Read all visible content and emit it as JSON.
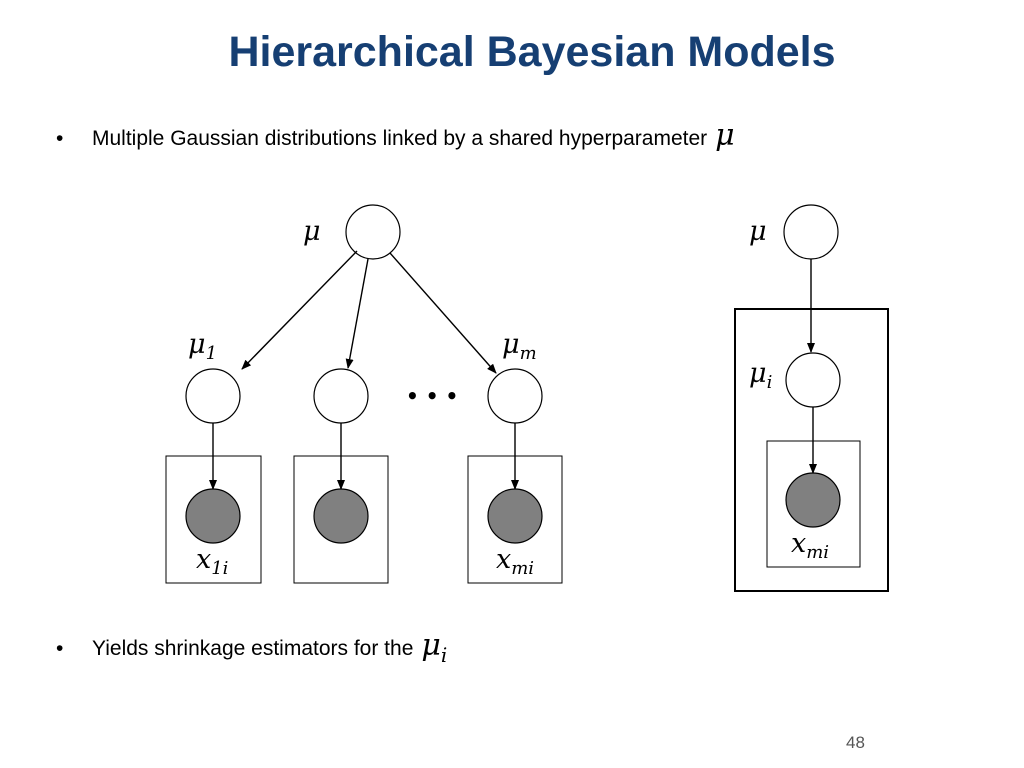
{
  "slide": {
    "title": "Hierarchical Bayesian Models",
    "page_number": "48"
  },
  "bullets": [
    {
      "text": "Multiple Gaussian distributions linked by a shared hyperparameter",
      "math": "μ"
    },
    {
      "text": "Yields shrinkage estimators for the",
      "math_base": "μ",
      "math_sub": "i"
    }
  ],
  "diagram_left": {
    "root_label": "μ",
    "mu1_label": {
      "base": "μ",
      "sub": "1"
    },
    "mum_label": {
      "base": "μ",
      "sub": "m"
    },
    "ellipsis": "• • •",
    "x1_label": {
      "base": "x",
      "sub": "1i"
    },
    "xm_label": {
      "base": "x",
      "sub": "mi"
    }
  },
  "diagram_right": {
    "root_label": "μ",
    "mui_label": {
      "base": "μ",
      "sub": "i"
    },
    "xmi_label": {
      "base": "x",
      "sub": "mi"
    }
  }
}
